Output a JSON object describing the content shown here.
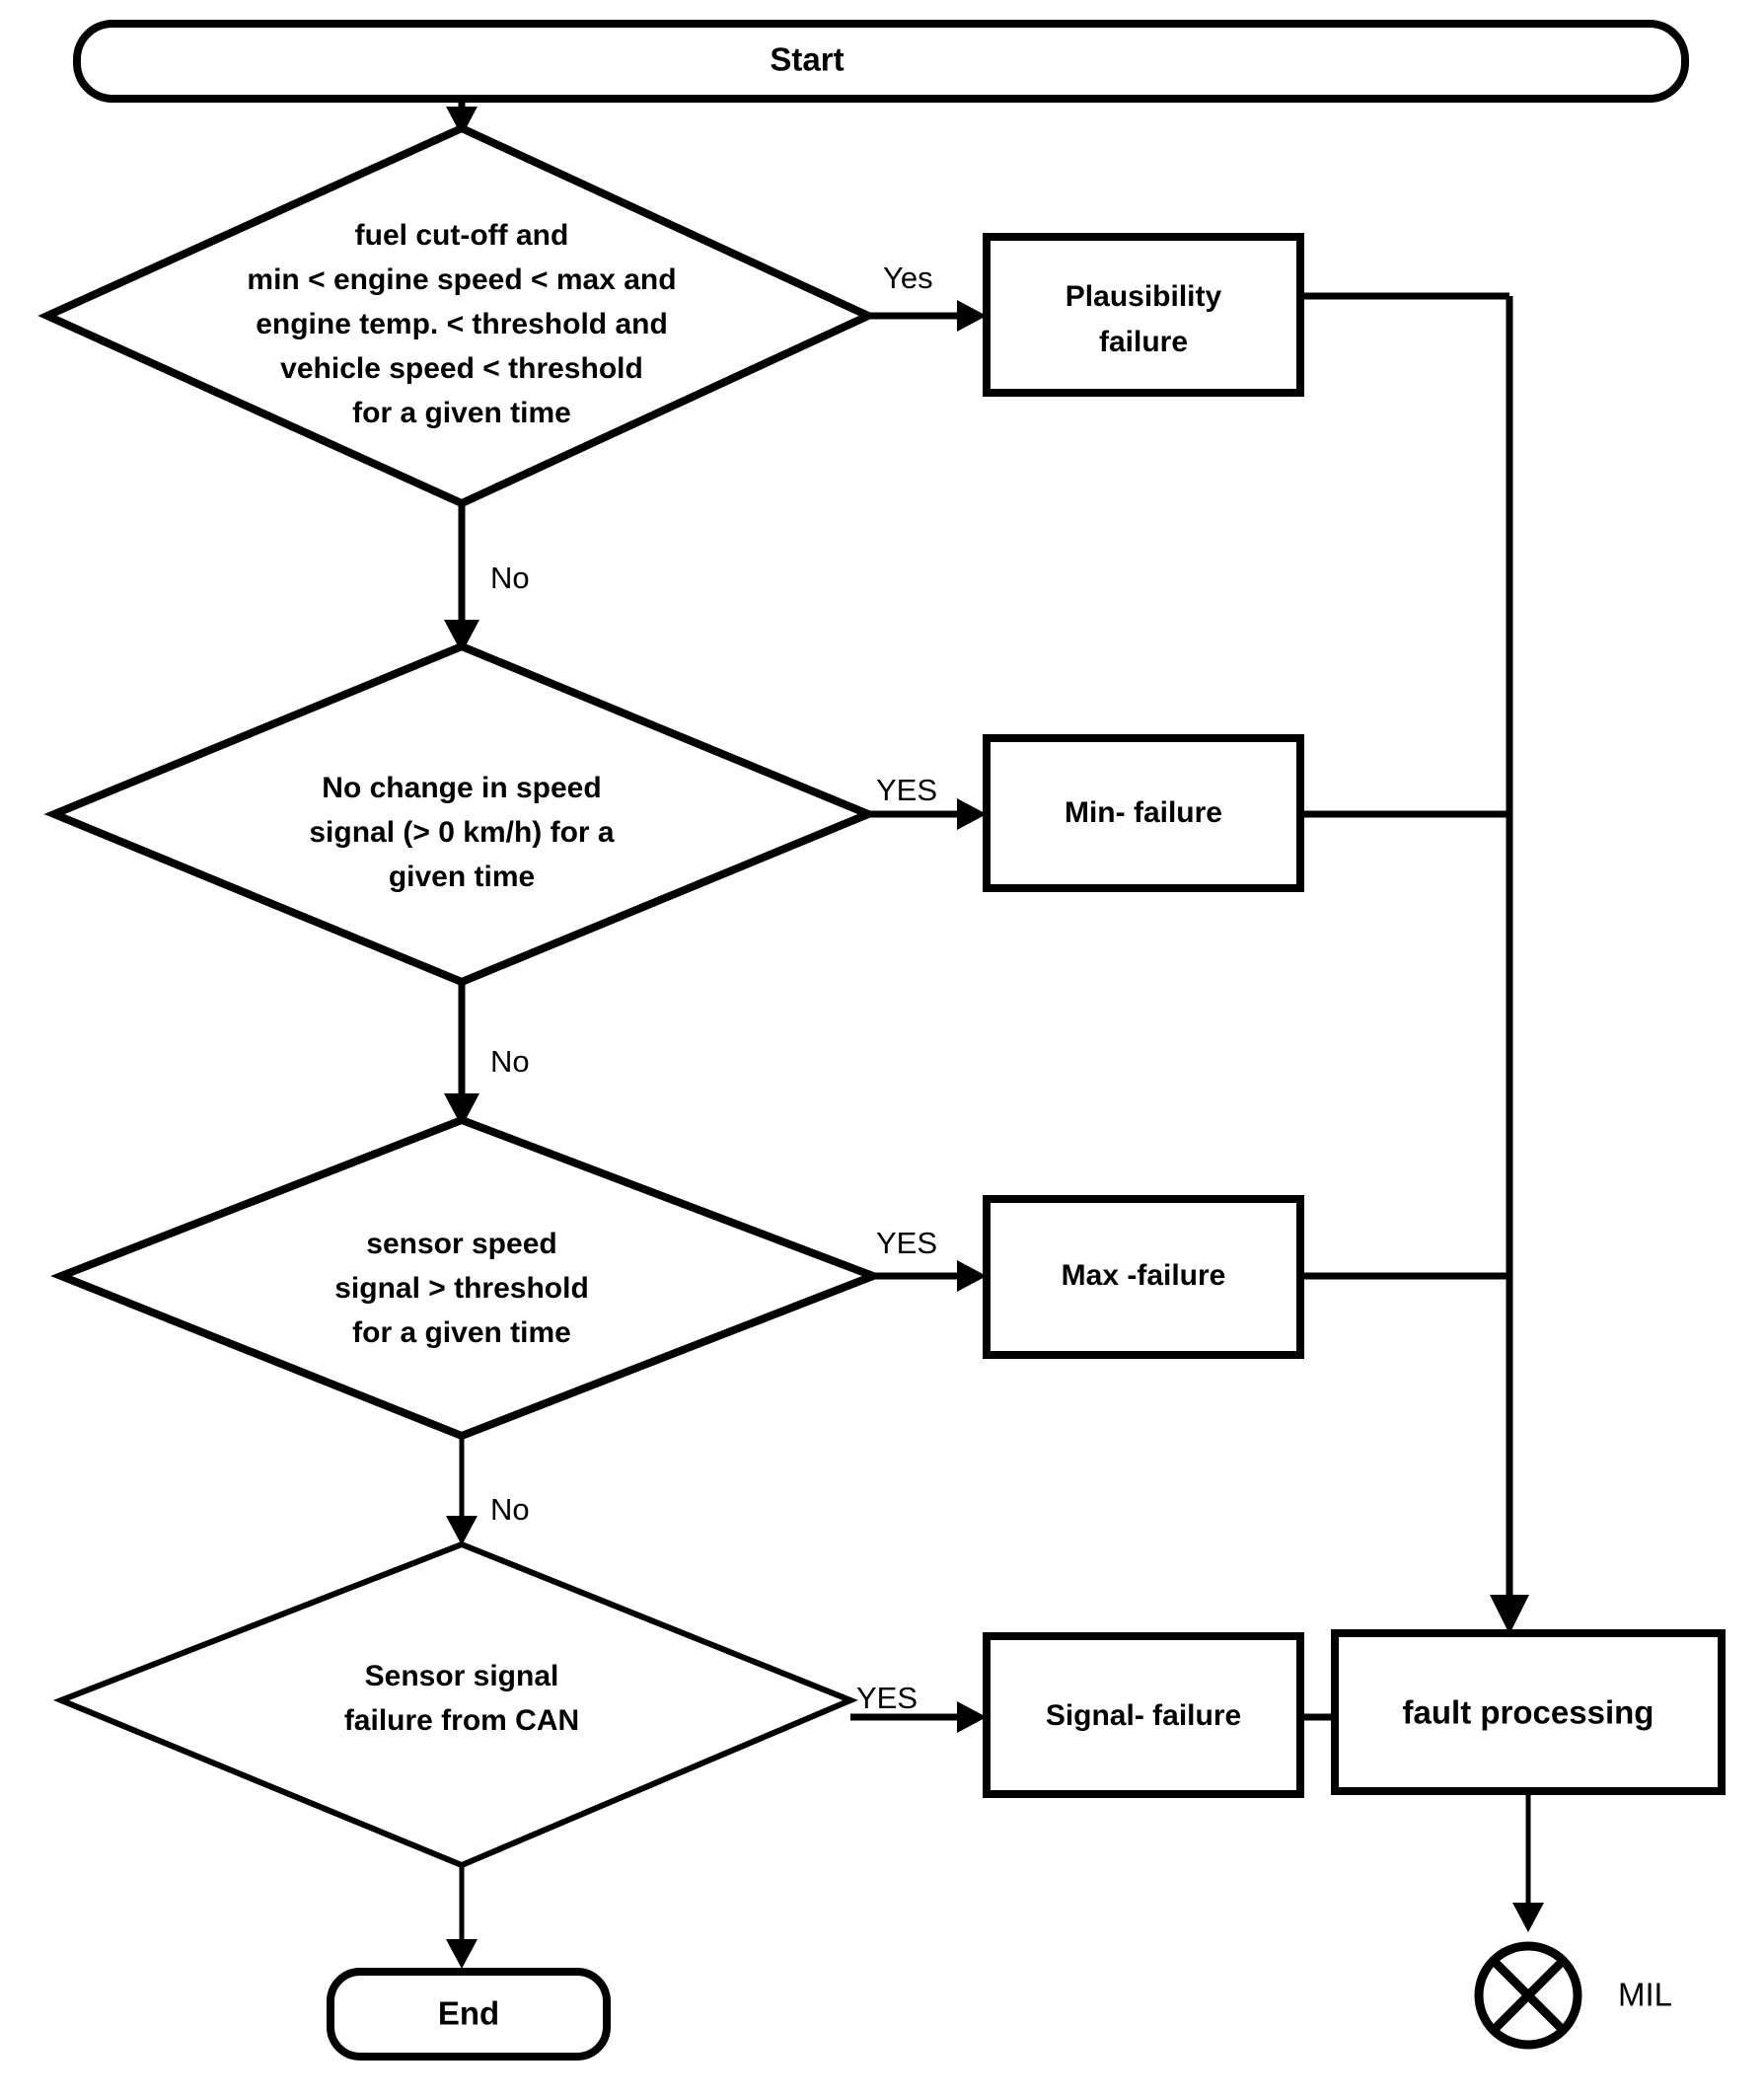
{
  "diagram": {
    "title_node": {
      "label": "Start",
      "shape": "rounded-terminator"
    },
    "end_node": {
      "label": "End",
      "shape": "rounded-terminator"
    },
    "colors": {
      "stroke": "#000000",
      "fill": "#ffffff",
      "background": "#ffffff"
    },
    "decisions": [
      {
        "id": "plausibility-check",
        "lines": [
          "fuel cut-off and",
          "min < engine speed < max and",
          "engine temp. < threshold and",
          "vehicle speed < threshold",
          "for a given time"
        ],
        "yes_label": "Yes",
        "no_label": "No"
      },
      {
        "id": "no-change-check",
        "lines": [
          "No change in speed",
          "signal (> 0 km/h) for a",
          "given time"
        ],
        "yes_label": "YES",
        "no_label": "No"
      },
      {
        "id": "max-threshold-check",
        "lines": [
          "sensor speed",
          "signal  > threshold",
          "for a given time"
        ],
        "yes_label": "YES",
        "no_label": "No"
      },
      {
        "id": "can-failure-check",
        "lines": [
          "Sensor signal",
          "failure from CAN"
        ],
        "yes_label": "YES",
        "no_label": ""
      }
    ],
    "failure_boxes": [
      {
        "id": "plausibility-failure",
        "lines": [
          "Plausibility",
          "failure"
        ]
      },
      {
        "id": "min-failure",
        "lines": [
          "Min- failure"
        ]
      },
      {
        "id": "max-failure",
        "lines": [
          "Max -failure"
        ]
      },
      {
        "id": "signal-failure",
        "lines": [
          "Signal- failure"
        ]
      }
    ],
    "process_box": {
      "id": "fault-processing",
      "label": "fault processing"
    },
    "indicator": {
      "id": "mil",
      "label": "MIL",
      "symbol": "circle-with-x"
    }
  }
}
